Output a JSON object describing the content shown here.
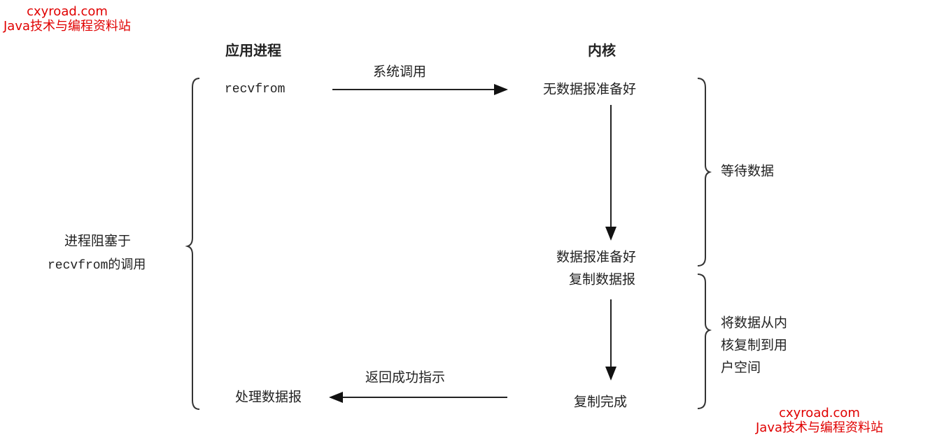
{
  "watermark": {
    "line1": "cxyroad.com",
    "line2": "Java技术与编程资料站"
  },
  "headers": {
    "app": "应用进程",
    "kernel": "内核"
  },
  "app": {
    "recvfrom": "recvfrom",
    "process": "处理数据报",
    "blocked_line1": "进程阻塞于",
    "blocked_line2": "recvfrom的调用"
  },
  "arrows": {
    "syscall": "系统调用",
    "return": "返回成功指示"
  },
  "kernel": {
    "no_data": "无数据报准备好",
    "data_ready": "数据报准备好",
    "copy": "复制数据报",
    "done": "复制完成"
  },
  "phases": {
    "wait": "等待数据",
    "copy_line1": "将数据从内",
    "copy_line2": "核复制到用",
    "copy_line3": "户空间"
  }
}
